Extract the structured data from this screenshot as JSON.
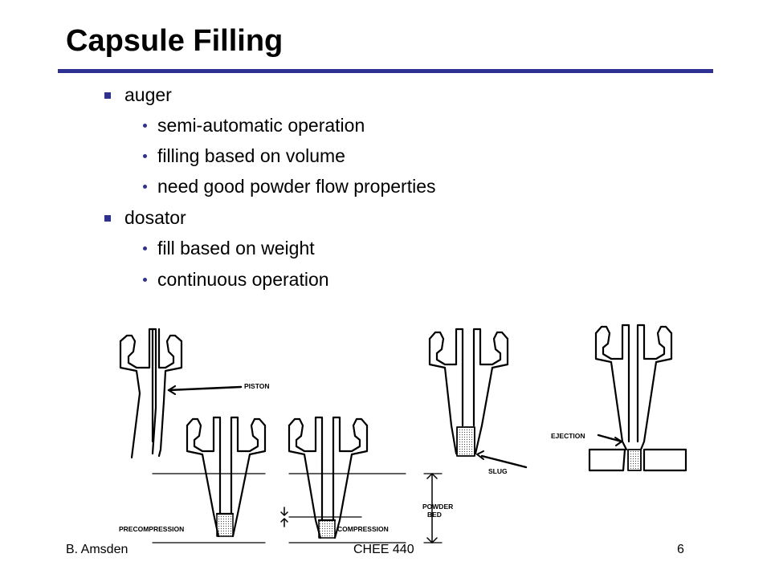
{
  "slide": {
    "title": "Capsule Filling",
    "accent_color": "#2e3192",
    "bullets": [
      {
        "text": "auger",
        "sub": [
          "semi-automatic operation",
          "filling based on volume",
          "need good powder flow properties"
        ]
      },
      {
        "text": "dosator",
        "sub": [
          "fill based on weight",
          "continuous operation"
        ]
      }
    ],
    "figure": {
      "labels": {
        "piston": "PISTON",
        "precompression": "PRECOMPRESSION",
        "compression": "COMPRESSION",
        "slug": "SLUG",
        "powder": "POWDER",
        "bed": "BED",
        "ejection": "EJECTION"
      }
    },
    "footer": {
      "author": "B. Amsden",
      "course": "CHEE 440",
      "page": "6"
    }
  }
}
